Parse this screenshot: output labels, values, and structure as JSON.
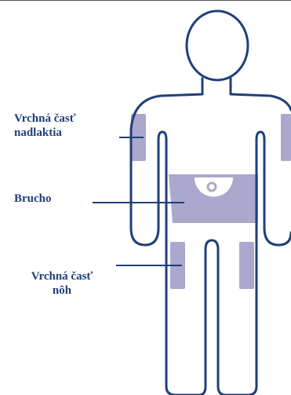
{
  "colors": {
    "outline": "#1f3f7a",
    "zone_fill": "#aaa8cc",
    "label": "#1f3f7a",
    "background": "#ffffff"
  },
  "labels": {
    "upper_arm": "Vrchná časť\nnadlaktia",
    "belly": "Brucho",
    "thighs": "Vrchná časť\nnôh"
  }
}
